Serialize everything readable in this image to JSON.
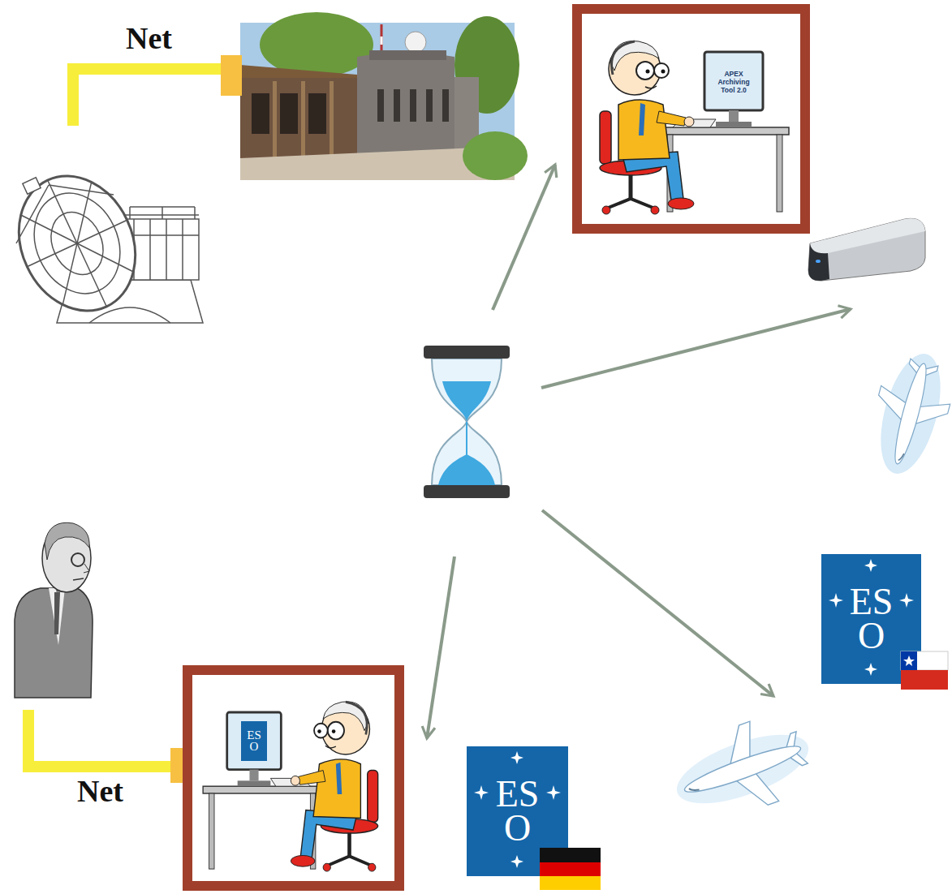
{
  "diagram": {
    "nodes": [
      {
        "text": [
          "APEX Archiving Tool 2.0"
        ]
      },
      {
        "text": [
          "ESO"
        ]
      },
      {
        "text": [
          "ESO"
        ]
      },
      {
        "text": [
          "ESO"
        ]
      }
    ],
    "labels": [
      "Net",
      "Net"
    ]
  }
}
